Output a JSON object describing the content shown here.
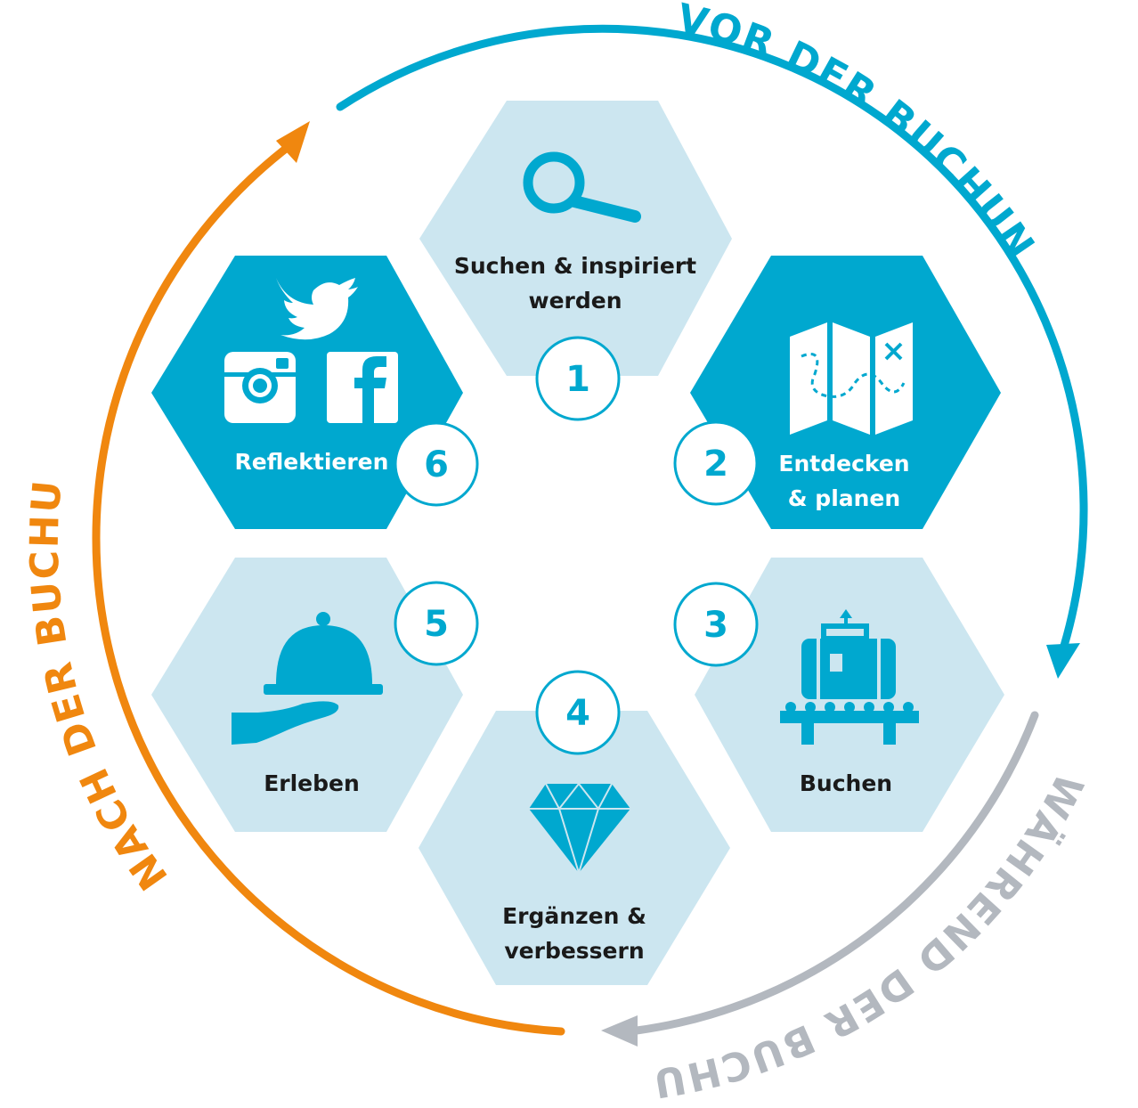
{
  "colors": {
    "blue": "#00a8cf",
    "light_blue": "#cce6f0",
    "orange": "#f0870f",
    "gray": "#b3b8bf",
    "white": "#ffffff",
    "dark_text": "#1a1a1a"
  },
  "phases": {
    "before": "VOR DER BUCHUNG",
    "during": "WÄHREND DER BUCHUNG",
    "after": "NACH DER BUCHUNG"
  },
  "steps": [
    {
      "number": "1",
      "line1": "Suchen & inspiriert",
      "line2": "werden",
      "icon": "magnifier-icon",
      "style": "light"
    },
    {
      "number": "2",
      "line1": "Entdecken",
      "line2": "& planen",
      "icon": "map-icon",
      "style": "dark"
    },
    {
      "number": "3",
      "line1": "Buchen",
      "line2": "",
      "icon": "luggage-icon",
      "style": "light"
    },
    {
      "number": "4",
      "line1": "Ergänzen &",
      "line2": "verbessern",
      "icon": "diamond-icon",
      "style": "light"
    },
    {
      "number": "5",
      "line1": "Erleben",
      "line2": "",
      "icon": "cloche-icon",
      "style": "light"
    },
    {
      "number": "6",
      "line1": "Reflektieren",
      "line2": "",
      "icon": "social-media-icons",
      "style": "dark"
    }
  ]
}
